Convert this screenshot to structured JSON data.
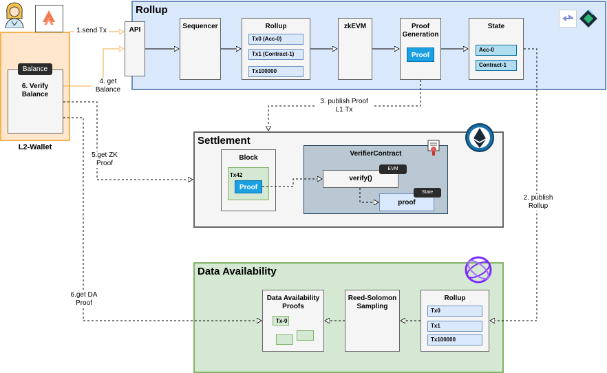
{
  "wallet": {
    "label": "L2-Wallet",
    "balance_badge": "Balance",
    "verify_text": "6. Verify Balance"
  },
  "rollup": {
    "title": "Rollup",
    "api": "API",
    "sequencer": "Sequencer",
    "batch_title": "Rollup",
    "batch_items": [
      "Tx0 (Acc-0)",
      "Tx1 (Contract-1)",
      "Tx100000"
    ],
    "zkevm": "zkEVM",
    "proof_gen": "Proof Generation",
    "proof_btn": "Proof",
    "state_title": "State",
    "state_items": [
      "Acc-0",
      "Contract-1"
    ]
  },
  "settlement": {
    "title": "Settlement",
    "block_title": "Block",
    "block_tx": "Tx42",
    "proof_btn": "Proof",
    "verifier_title": "VerifierContract",
    "verify_fn": "verify()",
    "evm_tag": "EVM",
    "state_tag": "State",
    "proof_item": "proof"
  },
  "da": {
    "title": "Data Availability",
    "proofs_title": "Data Availability Proofs",
    "proofs_item": "Tx-0",
    "rs_title": "Reed-Solomon Sampling",
    "rollup_title": "Rollup",
    "rollup_items": [
      "Tx0",
      "Tx1",
      "Tx100000"
    ]
  },
  "edges": {
    "send_tx": "1.send Tx",
    "get_balance": "4. get Balance",
    "publish_proof": "3. publish Proof L1 Tx",
    "get_zk": "5.get ZK Proof",
    "publish_rollup": "2. publish Rollup",
    "get_da": "6.get DA Proof"
  },
  "colors": {
    "rollup_fill": "#dae8fc",
    "rollup_border": "#6c8ebf",
    "settle_fill": "#f5f5f5",
    "settle_border": "#666666",
    "da_fill": "#d5e8d4",
    "da_border": "#82b366",
    "wallet_fill": "#ffe6cc",
    "wallet_border": "#f5b451",
    "verifier_fill": "#bac8d3",
    "accent": "#1ba1e2"
  },
  "icons": [
    "user-avatar-icon",
    "wallet-logo-icon",
    "bridge-arrows-icon",
    "polygon-logo-icon",
    "ethereum-logo-icon",
    "certificate-icon",
    "celestia-logo-icon"
  ]
}
